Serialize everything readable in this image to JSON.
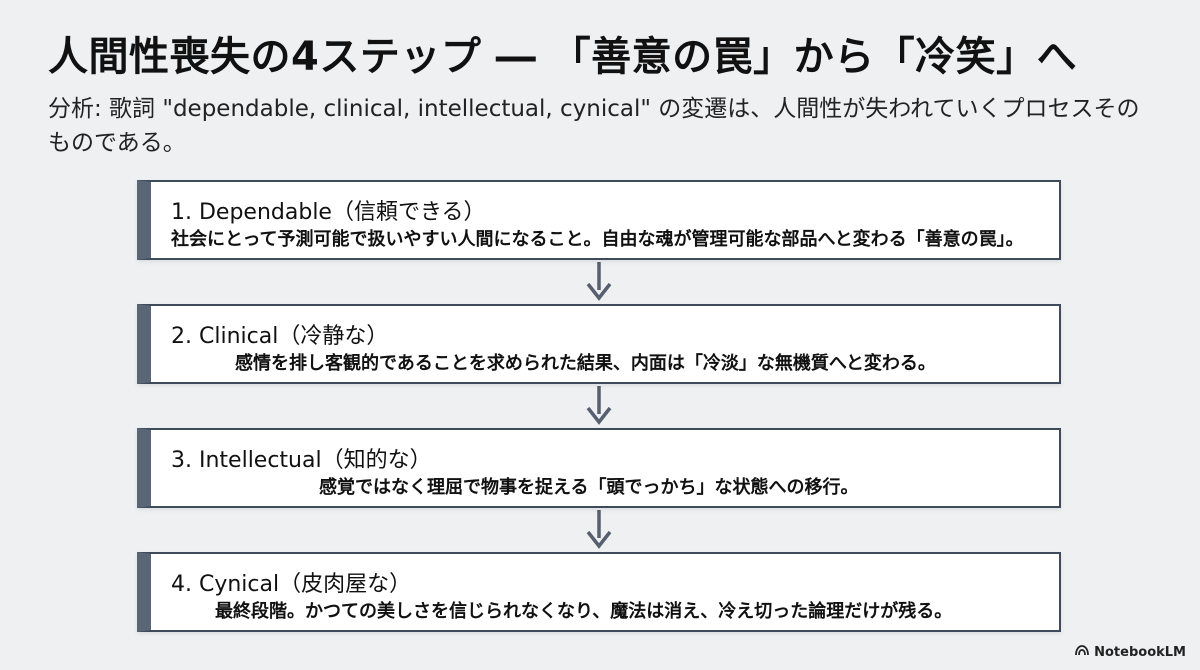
{
  "title": "人間性喪失の4ステップ ― 「善意の罠」から「冷笑」へ",
  "subtitle": "分析: 歌詞 \"dependable, clinical, intellectual, cynical\" の変遷は、人間性が失われていくプロセスそのものである。",
  "steps": [
    {
      "title": "1. Dependable（信頼できる）",
      "description": "社会にとって予測可能で扱いやすい人間になること。自由な魂が管理可能な部品へと変わる「善意の罠」。"
    },
    {
      "title": "2. Clinical（冷静な）",
      "description": "感情を排し客観的であることを求められた結果、内面は「冷淡」な無機質へと変わる。"
    },
    {
      "title": "3. Intellectual（知的な）",
      "description": "感覚ではなく理屈で物事を捉える「頭でっかち」な状態への移行。"
    },
    {
      "title": "4. Cynical（皮肉屋な）",
      "description": "最終段階。かつての美しさを信じられなくなり、魔法は消え、冷え切った論理だけが残る。"
    }
  ],
  "brand": {
    "label": "NotebookLM",
    "icon": "notebooklm-logo-icon"
  },
  "colors": {
    "background": "#eef0f2",
    "box_border": "#3f4a5a",
    "box_accent": "#5a6575",
    "arrow": "#566070"
  }
}
